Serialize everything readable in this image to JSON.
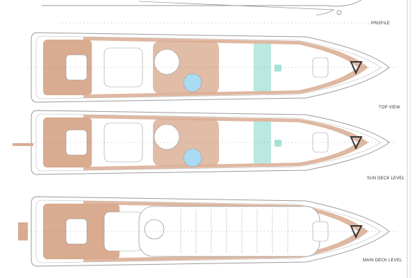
{
  "views": [
    {
      "id": "profile",
      "label": "PROFILE"
    },
    {
      "id": "top",
      "label": "TOP VIEW"
    },
    {
      "id": "sun",
      "label": "SUN DECK LEVEL"
    },
    {
      "id": "main",
      "label": "MAIN DECK LEVEL"
    }
  ],
  "colors": {
    "teak": "#d9ab91",
    "line": "#9a9a9a",
    "pool": "#a9dbf2",
    "glass": "#a8e3d8",
    "bg": "#ffffff"
  }
}
